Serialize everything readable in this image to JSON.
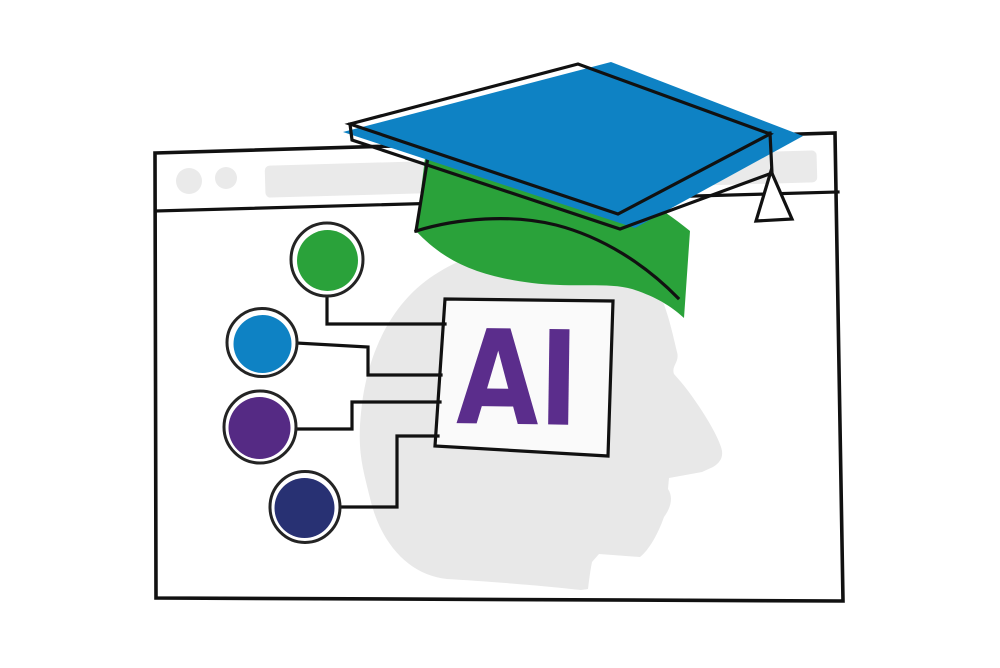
{
  "scene": {
    "description": "hand-drawn browser window with head profile wearing graduation cap, AI chip wired to four colored nodes",
    "ai_chip": {
      "label": "AI"
    },
    "colors": {
      "window_white": "#ffffff",
      "chrome_gray": "#eaeaea",
      "head_gray": "#e8e8e8",
      "cap_blue": "#0e82c4",
      "cap_green": "#2aa23a",
      "ai_text_purple": "#5b2d8c"
    },
    "nodes": [
      {
        "id": "node-green",
        "color": "#2aa23a"
      },
      {
        "id": "node-blue",
        "color": "#0e82c4"
      },
      {
        "id": "node-purple",
        "color": "#552a84"
      },
      {
        "id": "node-navy",
        "color": "#283173"
      }
    ]
  }
}
